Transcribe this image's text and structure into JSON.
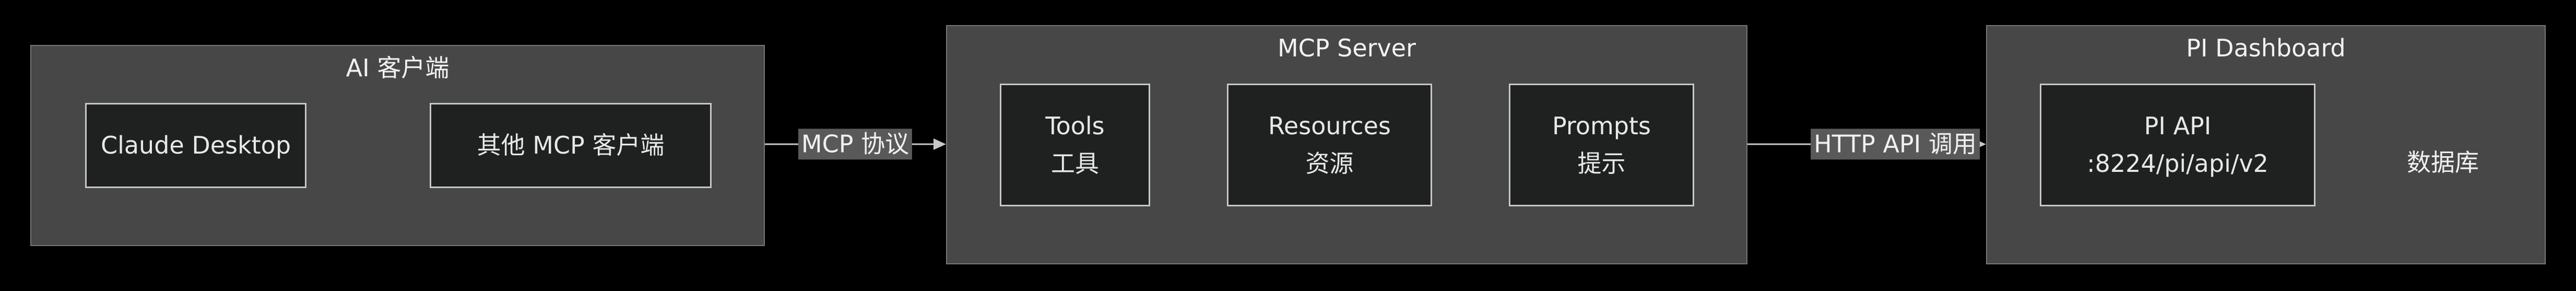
{
  "groups": {
    "ai_client": {
      "title": "AI 客户端"
    },
    "mcp_server": {
      "title": "MCP Server"
    },
    "pi_dashboard": {
      "title": "PI Dashboard"
    }
  },
  "nodes": {
    "claude_desktop": {
      "label": "Claude Desktop"
    },
    "other_client": {
      "label": "其他 MCP 客户端"
    },
    "tools": {
      "line1": "Tools",
      "line2": "工具"
    },
    "resources": {
      "line1": "Resources",
      "line2": "资源"
    },
    "prompts": {
      "line1": "Prompts",
      "line2": "提示"
    },
    "pi_api": {
      "line1": "PI API",
      "line2": ":8224/pi/api/v2"
    },
    "database": {
      "label": "数据库"
    }
  },
  "edges": {
    "mcp_protocol": {
      "label": "MCP 协议"
    },
    "http_api_call": {
      "label": "HTTP API 调用"
    }
  },
  "colors": {
    "background": "#000000",
    "group_fill": "#474747",
    "group_border": "#777777",
    "node_fill": "#1f2020",
    "node_border": "#c8c8c8",
    "edge": "#c8c8c8",
    "edge_label_bg": "#595959"
  }
}
